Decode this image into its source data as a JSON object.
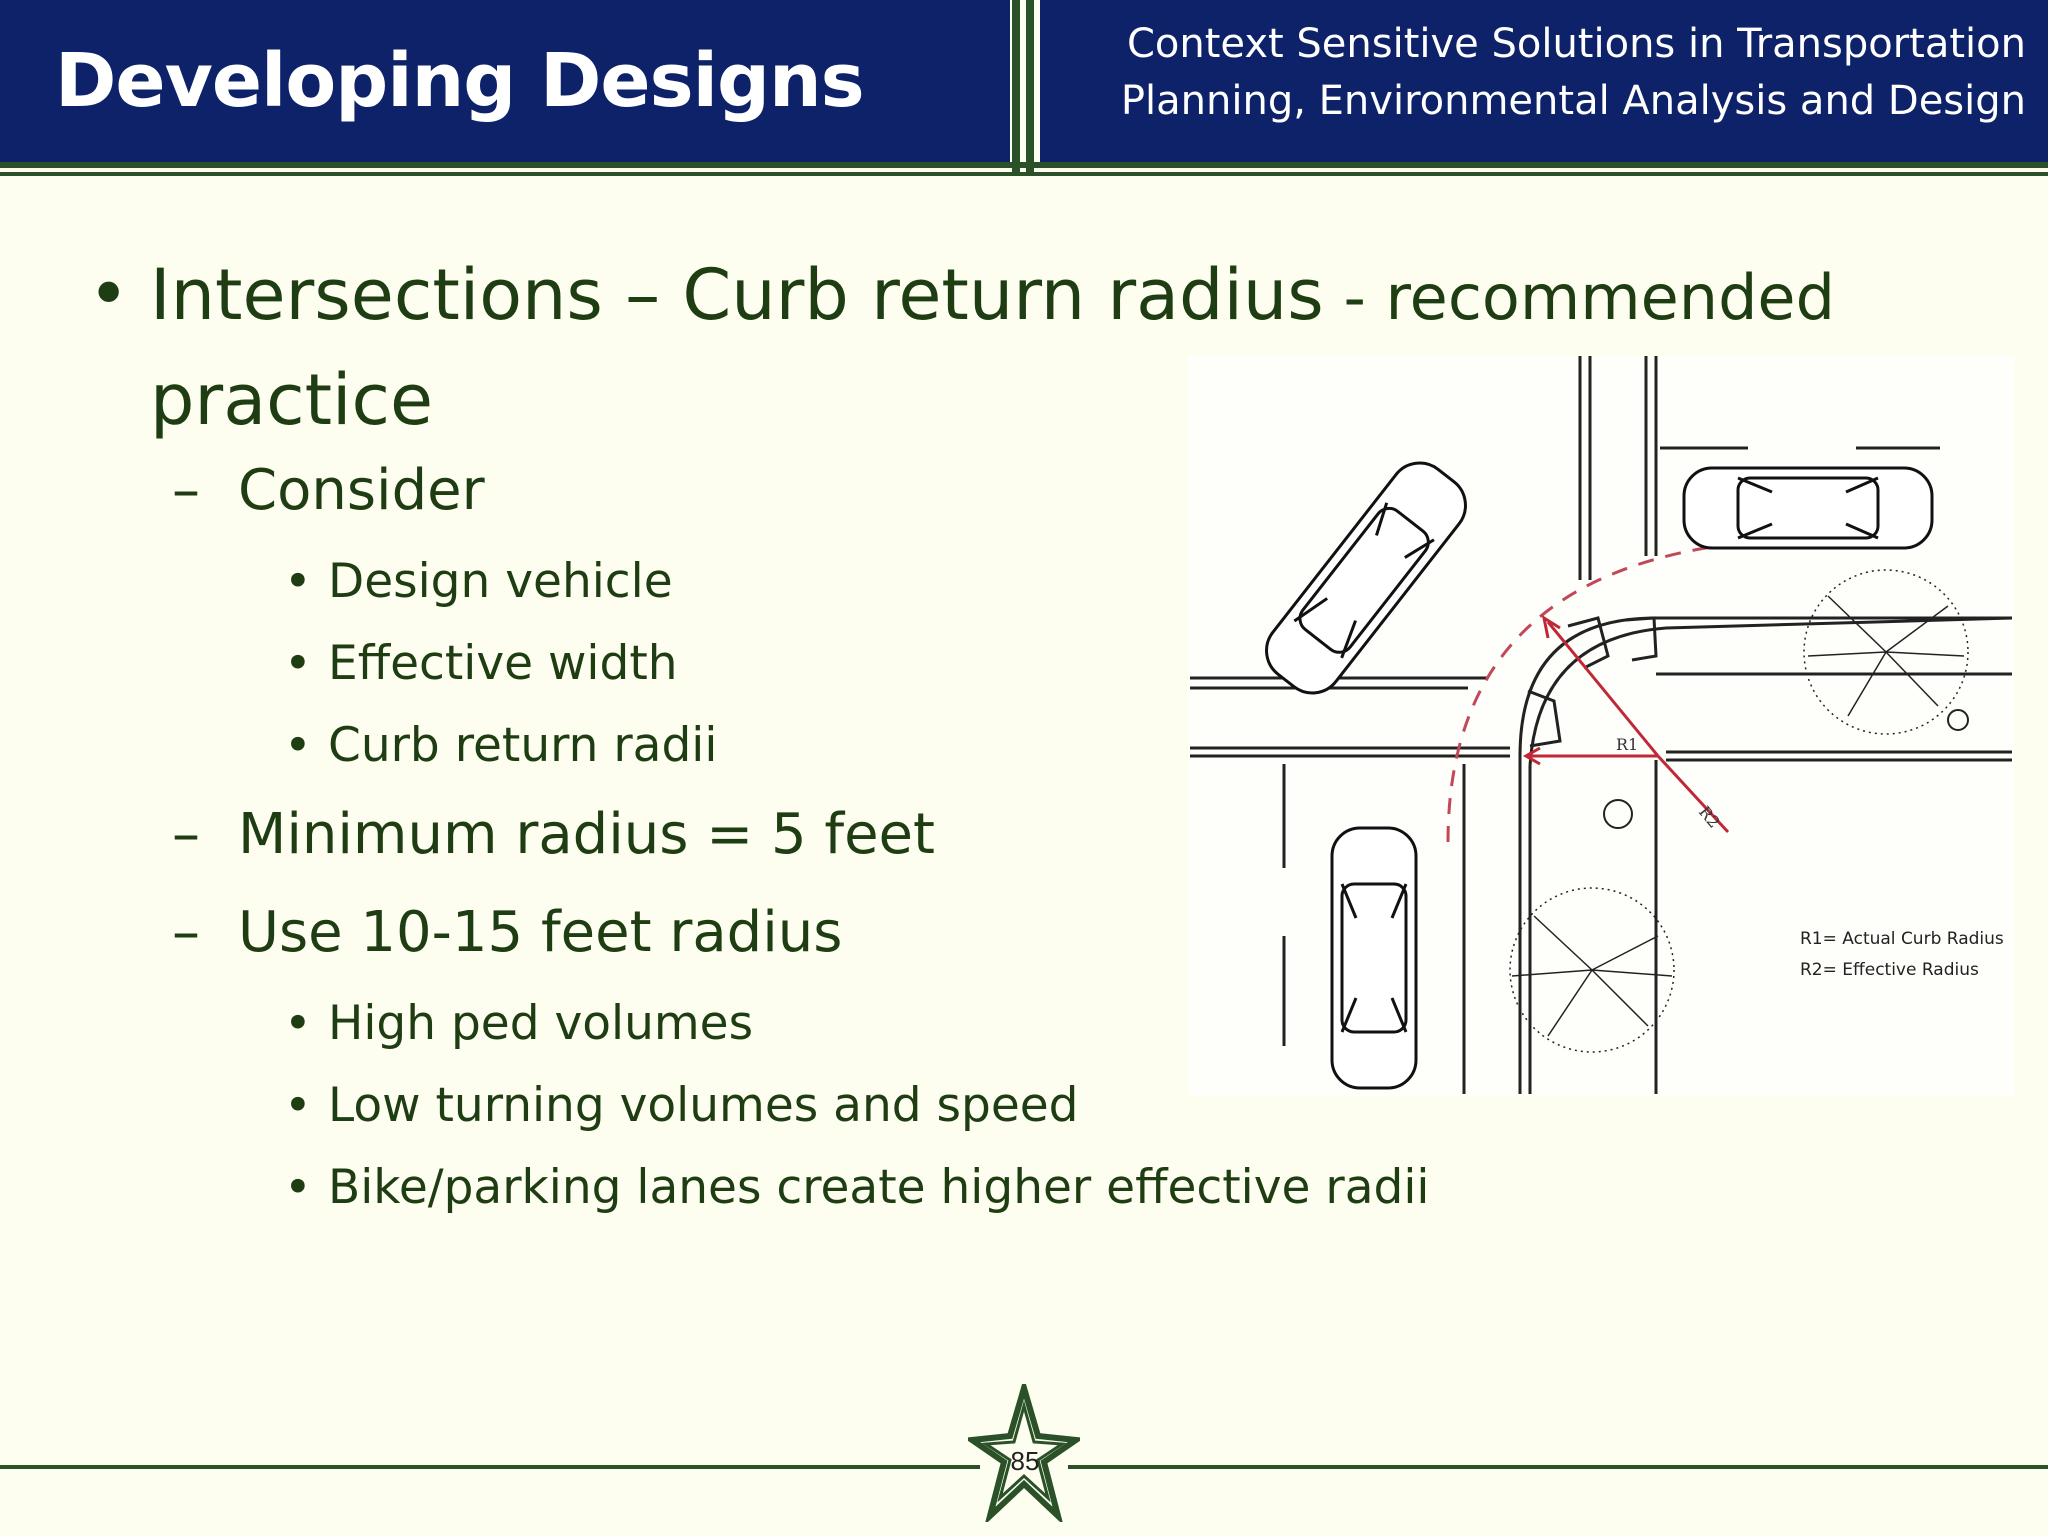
{
  "header": {
    "title": "Developing Designs",
    "subtitle_line1": "Context Sensitive Solutions in Transportation",
    "subtitle_line2": "Planning, Environmental Analysis and Design"
  },
  "content": {
    "heading_main": "Intersections – Curb return radius",
    "heading_small": " - recommended",
    "heading_cont": "practice",
    "consider": "Consider",
    "consider_items": [
      "Design vehicle",
      "Effective width",
      "Curb return radii"
    ],
    "min_radius": "Minimum radius = 5 feet",
    "use_radius": "Use 10-15 feet radius",
    "use_items": [
      "High ped volumes",
      "Low turning volumes and speed",
      "Bike/parking lanes create higher effective radii"
    ]
  },
  "diagram": {
    "r1_label": "R1",
    "r2_label": "R2",
    "legend_r1": "R1= Actual Curb Radius",
    "legend_r2": "R2= Effective Radius"
  },
  "footer": {
    "page_number": "85"
  }
}
